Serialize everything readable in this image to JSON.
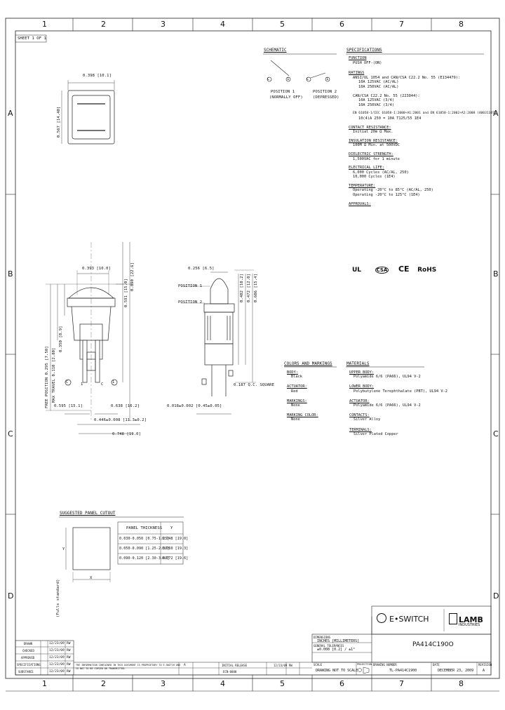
{
  "border": {
    "columns": [
      "1",
      "2",
      "3",
      "4",
      "5",
      "6",
      "7",
      "8"
    ],
    "rows": [
      "A",
      "B",
      "C",
      "D"
    ]
  },
  "sheet_label": "SHEET 1 OF 1",
  "schematic": {
    "title": "SCHEMATIC",
    "pos1_label": "POSITION 1",
    "pos1_sub": "(NORMALLY OFF)",
    "pos2_label": "POSITION 2",
    "pos2_sub": "(DEPRESSED)",
    "term_c": "C",
    "term_1": "1"
  },
  "specifications": {
    "title": "SPECIFICATIONS",
    "function_lbl": "FUNCTION",
    "function_val": "PUSH OFF-(ON)",
    "ratings_lbl": "RATINGS",
    "ratings": [
      "ANSI/UL 1054 and CAN/CSA C22.2 No. 55 (E134479):",
      "10A 125VAC (AC/AL)",
      "10A 250VAC (AC/AL)",
      "",
      "CAN/CSA C22.2 No. 55 (223844):",
      "10A 125VAC (3/4)",
      "10A 250VAC (3/4)",
      "",
      "EN 61058-1/IEC 61058-1:2000+A1:2001 and EN 61058-1:2002+A2:2008 (40031387):",
      "10(4)A 250 = 10A T125/55 1E4"
    ],
    "contact_resistance_lbl": "CONTACT RESISTANCE:",
    "contact_resistance_val": "Initial 20m Ω Max.",
    "insulation_lbl": "INSULATION RESISTANCE:",
    "insulation_val": "100M Ω Min. at 500VDC",
    "dielectric_lbl": "DIELECTRIC STRENGTH:",
    "dielectric_val": "1,500VAC for 1 minute",
    "electrical_life_lbl": "ELECTRICAL LIFE:",
    "electrical_life_vals": [
      "6,000 Cycles (AC/AL, 250)",
      "10,000 Cycles (1E4)"
    ],
    "temperature_lbl": "TEMPERATURE:",
    "temperature_vals": [
      "Operating -20°C to 85°C (AC/AL, 250)",
      "Operating -20°C to 125°C (1E4)"
    ],
    "approvals_lbl": "APPROVALS:",
    "approvals_marks": [
      "UL",
      "CSA",
      "CE",
      "RoHS"
    ]
  },
  "dimensions": {
    "top_view_width": "0.398 [10.1]",
    "top_view_height": "0.567 [14.40]",
    "front_width": "0.393 [10.0]",
    "front_heights": [
      "0.591 [15.0]",
      "0.890 [22.6]"
    ],
    "free_position": "FREE POSITION 0.295 [7.50]",
    "max_travel": "MAX TRAVEL 0.110 [2.80]",
    "dim_350": "0.350 [8.9]",
    "term_c": "C",
    "term_1": "1",
    "bottom_w1": "0.595 [15.1]",
    "bottom_w2": "0.638 [16.2]",
    "bottom_w3": "0.446±0.008 [11.3±0.2]",
    "bottom_w4": "0.748 [19.0]",
    "side_width": "0.256 [6.5]",
    "position1": "POSITION 1",
    "position2": "POSITION 2",
    "side_heights": [
      "0.402 [10.2]",
      "0.472 [12.0]",
      "0.606 [15.4]"
    ],
    "terminal_qc": "0.187 Q.C. SQUARE",
    "side_bottom": "0.018±0.002 [0.45±0.05]"
  },
  "colors_markings": {
    "title": "COLORS AND MARKINGS",
    "body_lbl": "BODY:",
    "body_val": "Black",
    "actuator_lbl": "ACTUATOR:",
    "actuator_val": "Red",
    "marking_lbl": "MARKINGS:",
    "marking_val": "None",
    "marking_color_lbl": "MARKING COLOR:",
    "marking_color_val": "None"
  },
  "materials": {
    "title": "MATERIALS",
    "upper_lbl": "UPPER BODY:",
    "upper_val": "Polyamide 6/6 (PA66), UL94 V-2",
    "lower_lbl": "LOWER BODY:",
    "lower_val": "Polybutylene Terephthalate (PBT), UL94 V-2",
    "actuator_lbl": "ACTUATOR:",
    "actuator_val": "Polyamide 6/6 (PA66), UL94 V-2",
    "contacts_lbl": "CONTACTS:",
    "contacts_val": "Silver Alloy",
    "terminals_lbl": "TERMINALS:",
    "terminals_val": "Silver Plated Copper"
  },
  "panel_cutout": {
    "title": "SUGGESTED PANEL CUTOUT",
    "col1": "PANEL THICKNESS",
    "col2": "Y",
    "rows": [
      [
        "0.030-0.050 [0.75-1.25]",
        "0.748 [19.0]"
      ],
      [
        "0.050-0.090 [1.25-2.30]",
        "0.760 [19.3]"
      ],
      [
        "0.090-0.120 [2.30-3.00]",
        "0.772 [19.6]"
      ]
    ],
    "x_label": "X",
    "y_label": "Y",
    "note": "(Fulls standard)"
  },
  "title_block": {
    "brand1": "E•SWITCH",
    "brand2": "LAMB",
    "brand2_sub": "INDUSTRIES",
    "dims_lbl": "DIMENSIONS",
    "dims_val": "INCHES [MILLIMETERS]",
    "tol_lbl": "GENERAL TOLERANCES",
    "tol_val": "±0.008 [0.2] / ±1°",
    "part_no": "PA414C190O",
    "scale_lbl": "SCALE",
    "scale_val": "DRAWING NOT TO SCALE",
    "projection_lbl": "PROJECTION",
    "drawing_no_lbl": "DRAWING NUMBER",
    "drawing_no": "TL-PA414C1900",
    "date_lbl": "DATE",
    "date_val": "DECEMBER 23, 2009",
    "rev_lbl": "REVISION",
    "rev_val": "A",
    "sign_rows": [
      [
        "DRAWN",
        "",
        "12/23/09",
        "RW"
      ],
      [
        "CHECKED",
        "",
        "12/23/09",
        "RW"
      ],
      [
        "APPROVED",
        "",
        "12/23/09",
        "RW"
      ],
      [
        "SPECIFICATIONS",
        "",
        "12/23/09",
        "RW"
      ],
      [
        "SUBSTANCE",
        "",
        "12/23/09",
        "RW"
      ]
    ],
    "notice": "THE INFORMATION CONTAINED IN THIS DOCUMENT IS PROPRIETARY TO E-SWITCH AND IS NOT TO BE COPIED OR TRANSMITTED.",
    "rev_col_val": "A",
    "initial_release": "INITIAL RELEASE",
    "ecn_val": "ECN-0000",
    "rev_date": "12/23/09",
    "rev_initials": "RW"
  }
}
